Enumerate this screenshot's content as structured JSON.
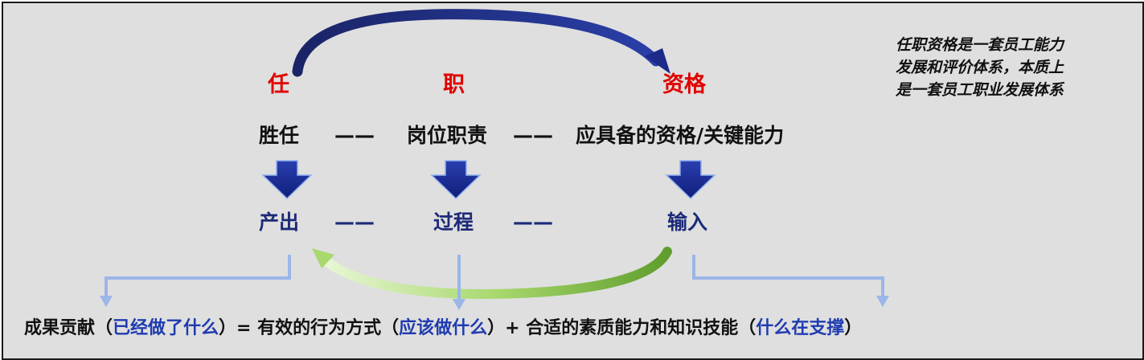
{
  "top_labels": {
    "ren": "任",
    "zhi": "职",
    "zige": "资格"
  },
  "row1": {
    "shengren": "胜任",
    "gangwei": "岗位职责",
    "yingjubei": "应具备的资格/关键能力",
    "dash": "——"
  },
  "row2": {
    "chanchu": "产出",
    "guocheng": "过程",
    "shuru": "输入",
    "dash": "——"
  },
  "note": {
    "line1": "任职资格是一套员工能力",
    "line2": "发展和评价体系，本质上",
    "line3": "是一套员工职业发展体系"
  },
  "formula": {
    "part1": "成果贡献（",
    "part2": "已经做了什么",
    "part3": "）= 有效的行为方式（",
    "part4": "应该做什么",
    "part5": "）+ 合适的素质能力和知识技能（",
    "part6": "什么在支撑",
    "part7": "）"
  },
  "colors": {
    "background": "#dfdfdf",
    "red": "#e00000",
    "navy": "#1c2a78",
    "arrow_blue": "#1a2d92",
    "light_blue": "#9bb6e8",
    "green": "#8cc84e",
    "text_blue": "#1f3bb0"
  }
}
